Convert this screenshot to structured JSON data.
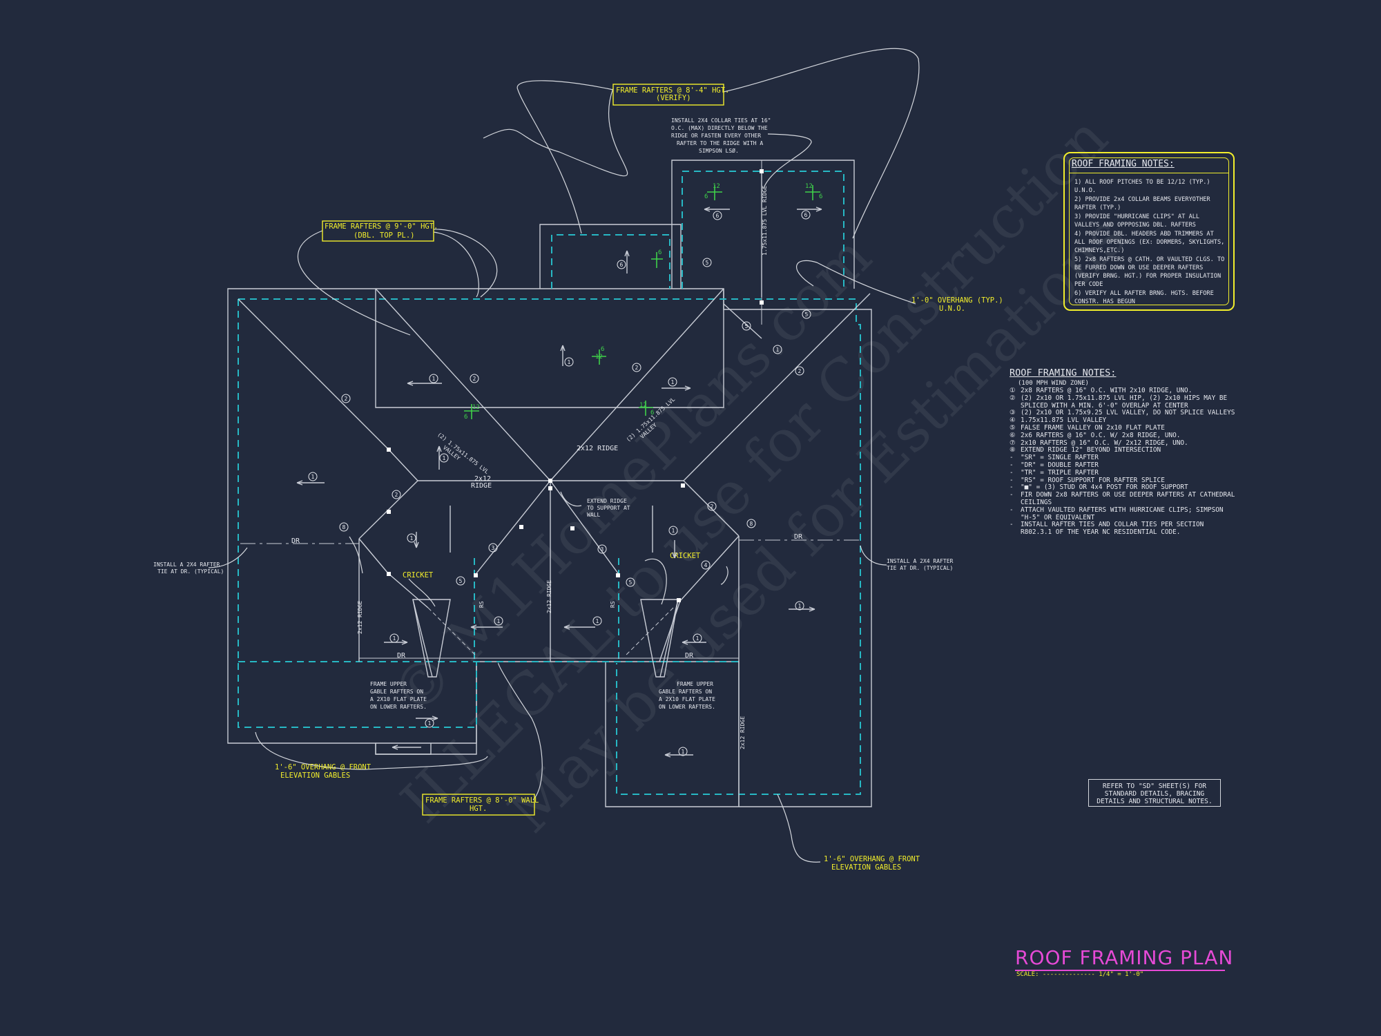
{
  "plan_title": "ROOF FRAMING PLAN",
  "scale_text": "SCALE: -------------- 1/4\" = 1'-0\"",
  "watermark": {
    "line1": "© M1HomePlans.com",
    "line2": "ILLEGAL to use for Construction",
    "line3": "May be used for Estimations"
  },
  "callouts": {
    "frame_8_4": [
      "FRAME RAFTERS @ 8'-4\" HGT.",
      "(VERIFY)"
    ],
    "frame_9_0": [
      "FRAME RAFTERS @ 9'-0\" HGT.",
      "(DBL. TOP PL.)"
    ],
    "frame_8_0": [
      "FRAME RAFTERS @ 8'-0\" WALL",
      "HGT."
    ],
    "collar_ties": [
      "INSTALL 2X4 COLLAR TIES AT 16\"",
      "O.C. (MAX) DIRECTLY BELOW THE",
      "RIDGE OR FASTEN EVERY OTHER",
      "RAFTER TO THE RIDGE WITH A",
      "SIMPSON LSØ."
    ],
    "overhang_typ": [
      "1'-0\" OVERHANG (TYP.)",
      "U.N.O."
    ],
    "overhang_front_left": [
      "1'-6\" OVERHANG @ FRONT",
      "ELEVATION GABLES"
    ],
    "overhang_front_right": [
      "1'-6\" OVERHANG @ FRONT",
      "ELEVATION GABLES"
    ],
    "rafter_tie_left": [
      "INSTALL A 2X4 RAFTER",
      "TIE AT DR. (TYPICAL)"
    ],
    "rafter_tie_right": [
      "INSTALL A 2X4 RAFTER",
      "TIE AT DR. (TYPICAL)"
    ],
    "extend_ridge": [
      "EXTEND RIDGE",
      "TO SUPPORT AT",
      "WALL"
    ],
    "gable_left": [
      "FRAME UPPER",
      "GABLE RAFTERS ON",
      "A 2X10 FLAT PLATE",
      "ON LOWER RAFTERS."
    ],
    "gable_right": [
      "FRAME UPPER",
      "GABLE RAFTERS ON",
      "A 2X10 FLAT PLATE",
      "ON LOWER RAFTERS."
    ],
    "cricket": "CRICKET",
    "ridge_2x12": "2x12 RIDGE",
    "ridge_2x12_2": "2x12",
    "ridge_word": "RIDGE",
    "valley": [
      "(2) 1.75x11.875 LVL",
      "VALLEY"
    ],
    "dr": "DR",
    "rs": "RS",
    "ridge_vert": "2x12 RIDGE",
    "lvl_ridge": "1.75x11.875 LVL RIDGE"
  },
  "pitch": {
    "rise": "6",
    "run": "12"
  },
  "roof_framing_notes_box": {
    "title": "ROOF FRAMING NOTES:",
    "items": [
      "1) ALL ROOF PITCHES TO BE 12/12 (TYP.) U.N.O.",
      "2) PROVIDE 2x4 COLLAR BEAMS EVERYOTHER RAFTER (TYP.)",
      "3) PROVIDE \"HURRICANE CLIPS\" AT ALL VALLEYS AND OPPPOSING DBL. RAFTERS",
      "4) PROVIDE DBL. HEADERS ABD TRIMMERS AT ALL ROOF OPENINGS (EX: DORMERS, SKYLIGHTS, CHIMNEYS,ETC.)",
      "5) 2x8 RAFTERS @ CATH. OR VAULTED CLGS. TO BE FURRED DOWN OR USE DEEPER RAFTERS (VERIFY BRNG. HGT.) FOR PROPER INSULATION PER CODE",
      "6) VERIFY ALL RAFTER BRNG. HGTS. BEFORE CONSTR. HAS BEGUN"
    ]
  },
  "roof_framing_notes_list": {
    "title": "ROOF FRAMING NOTES:",
    "subtitle": "(100 MPH WIND ZONE)",
    "items": [
      {
        "mark": "①",
        "text": "2x8 RAFTERS @ 16\" O.C. WITH 2x10 RIDGE, UNO."
      },
      {
        "mark": "②",
        "text": "(2) 2x10 OR 1.75x11.875 LVL HIP, (2) 2x10 HIPS MAY BE SPLICED WITH A MIN. 6'-0\" OVERLAP AT CENTER"
      },
      {
        "mark": "③",
        "text": "(2) 2x10 OR 1.75x9.25 LVL VALLEY, DO NOT SPLICE VALLEYS"
      },
      {
        "mark": "④",
        "text": "1.75x11.875 LVL VALLEY"
      },
      {
        "mark": "⑤",
        "text": "FALSE FRAME VALLEY ON 2x10 FLAT PLATE"
      },
      {
        "mark": "⑥",
        "text": "2x6 RAFTERS @ 16\" O.C. W/ 2x8 RIDGE, UNO."
      },
      {
        "mark": "⑦",
        "text": "2x10 RAFTERS @ 16\" O.C. W/ 2x12 RIDGE, UNO."
      },
      {
        "mark": "⑧",
        "text": "EXTEND RIDGE 12\" BEYOND INTERSECTION"
      },
      {
        "mark": "-",
        "text": "\"SR\" = SINGLE RAFTER"
      },
      {
        "mark": "-",
        "text": "\"DR\" = DOUBLE RAFTER"
      },
      {
        "mark": "-",
        "text": "\"TR\" = TRIPLE RAFTER"
      },
      {
        "mark": "-",
        "text": "\"RS\" = ROOF SUPPORT FOR RAFTER SPLICE"
      },
      {
        "mark": "-",
        "text": "\"■\" = (3) STUD OR 4x4 POST FOR ROOF SUPPORT"
      },
      {
        "mark": "-",
        "text": "FIR DOWN 2x8 RAFTERS OR USE DEEPER RAFTERS AT CATHEDRAL CEILINGS"
      },
      {
        "mark": "-",
        "text": "ATTACH VAULTED RAFTERS WITH HURRICANE CLIPS; SIMPSON \"H-5\" OR EQUIVALENT"
      },
      {
        "mark": "-",
        "text": "INSTALL RAFTER TIES AND COLLAR TIES PER SECTION R802.3.1 OF THE YEAR NC RESIDENTIAL CODE."
      }
    ]
  },
  "reference_note": "REFER TO \"SD\" SHEET(S) FOR STANDARD DETAILS, BRACING DETAILS AND STRUCTURAL NOTES.",
  "colors": {
    "background": "#222a3d",
    "line": "#c9cdd6",
    "overhang": "#27b8c4",
    "callout": "#f2ee2c",
    "title": "#e64ad6",
    "pitch": "#3fd14a"
  }
}
